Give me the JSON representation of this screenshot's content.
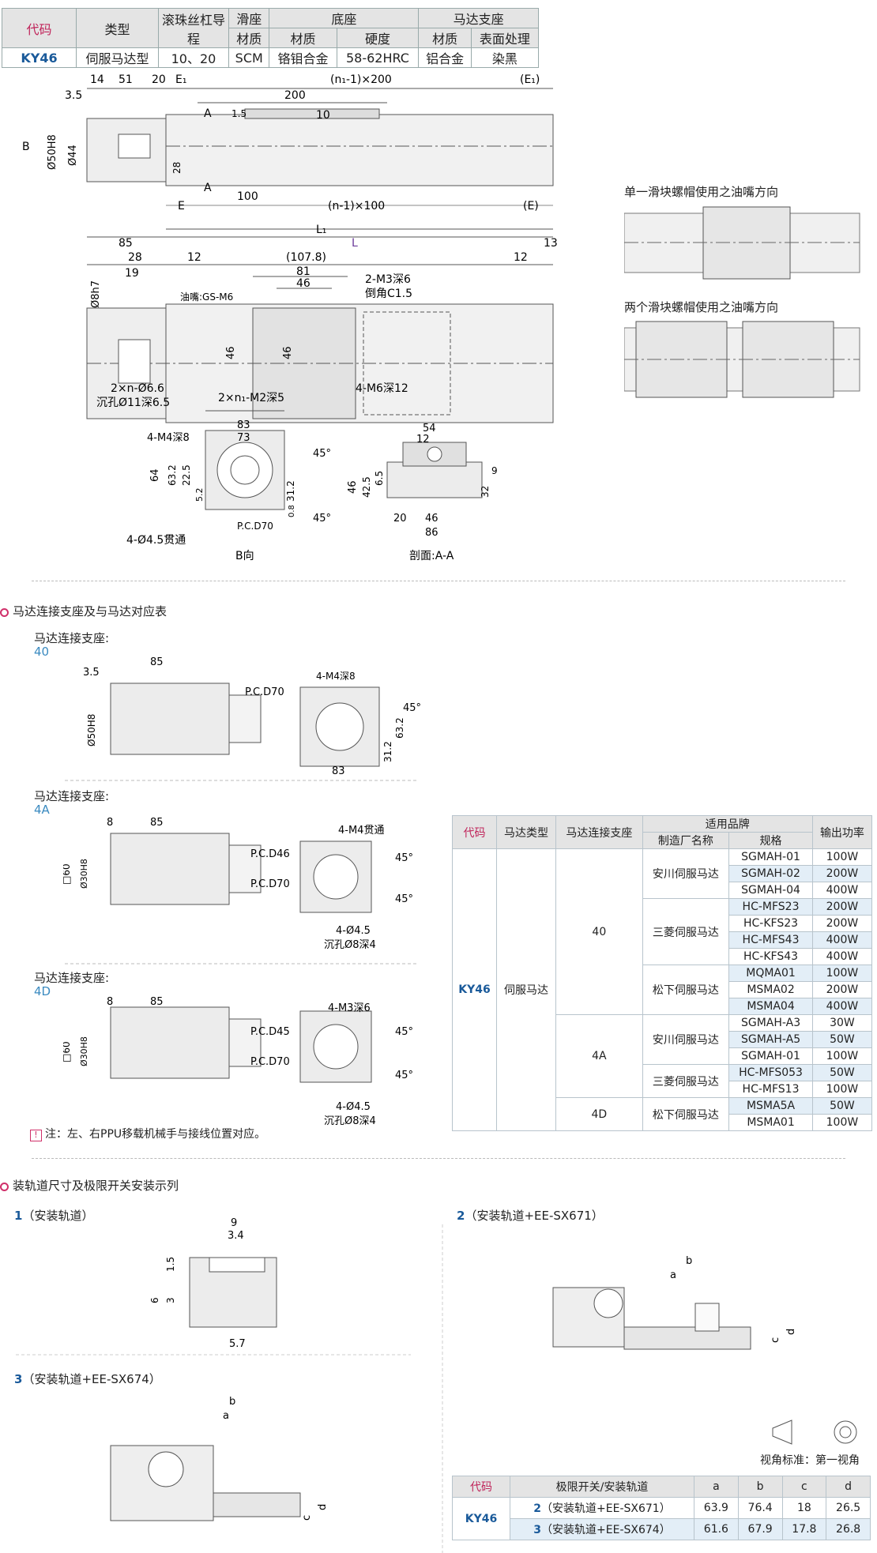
{
  "spec_table": {
    "h_code": "代码",
    "h_type": "类型",
    "h_screw": "滚珠丝杠导程",
    "h_slider": "滑座",
    "h_base": "底座",
    "h_motor_mount": "马达支座",
    "h_material": "材质",
    "h_hardness": "硬度",
    "h_surface": "表面处理",
    "r_code": "KY46",
    "r_type": "伺服马达型",
    "r_lead": "10、20",
    "r_slider_mat": "SCM",
    "r_base_mat": "铬钼合金",
    "r_hardness": "58-62HRC",
    "r_mount_mat": "铝合金",
    "r_surface": "染黑"
  },
  "dims": {
    "d3_5": "3.5",
    "d14": "14",
    "d51": "51",
    "d20": "20",
    "dE1": "E₁",
    "dn1_200": "(n₁-1)×200",
    "dE1p": "(E₁)",
    "d200": "200",
    "d10": "10",
    "dA": "A",
    "d1_5": "1.5",
    "dB": "B",
    "d50h8": "Ø50H8",
    "d44": "Ø44",
    "d28": "28",
    "d100": "100",
    "dE": "E",
    "dn_100": "(n-1)×100",
    "dEp": "(E)",
    "dL1": "L₁",
    "d85": "85",
    "dL": "L",
    "d13": "13",
    "d28b": "28",
    "d19": "19",
    "d12": "12",
    "d107_8": "(107.8)",
    "d12b": "12",
    "d81": "81",
    "d46": "46",
    "d8h7": "Ø8h7",
    "oil": "油嘴:GS-M6",
    "m3": "2-M3深6",
    "c15": "倒角C1.5",
    "d46a": "46",
    "d46b": "46",
    "h66": "2×n-Ø6.6",
    "h11": "沉孔Ø11深6.5",
    "m2": "2×n₁-M2深5",
    "m6": "4-M6深12",
    "b83": "83",
    "b73": "73",
    "bm4": "4-M4深8",
    "b64": "64",
    "b63": "63.2",
    "b22": "22.5",
    "b52": "5.2",
    "b312": "31.2",
    "b08": "0.8",
    "bpcd": "P.C.D70",
    "b45a": "45°",
    "b45b": "45°",
    "bh": "4-Ø4.5贯通",
    "bview": "B向",
    "s54": "54",
    "s12": "12",
    "s46": "46",
    "s425": "42.5",
    "s65": "6.5",
    "s9": "9",
    "s32": "32",
    "s20": "20",
    "s46b": "46",
    "s86": "86",
    "sview": "剖面:A-A"
  },
  "oil_views": {
    "single": "单一滑块螺帽使用之油嘴方向",
    "double": "两个滑块螺帽使用之油嘴方向"
  },
  "motor_section": {
    "title": "马达连接支座及与马达对应表",
    "mount_label": "马达连接支座:",
    "m40": "40",
    "m4A": "4A",
    "m4D": "4D",
    "a35": "3.5",
    "a85": "85",
    "a50": "Ø50H8",
    "apcd": "P.C.D70",
    "am4": "4-M4深8",
    "a45": "45°",
    "a632": "63.2",
    "a312": "31.2",
    "a83": "83",
    "b8": "8",
    "b85": "85",
    "b60": "□60",
    "b30": "Ø30H8",
    "bpcd46": "P.C.D46",
    "bpcd70": "P.C.D70",
    "bm4": "4-M4贯通",
    "b45": "45°",
    "b45b": "45°",
    "bh": "4-Ø4.5",
    "bc": "沉孔Ø8深4",
    "c8": "8",
    "c85": "85",
    "c60": "□60",
    "c30": "Ø30H8",
    "cpcd45": "P.C.D45",
    "cpcd70": "P.C.D70",
    "cm3": "4-M3深6",
    "c45": "45°",
    "c45b": "45°",
    "ch": "4-Ø4.5",
    "cc": "沉孔Ø8深4",
    "note": "注：左、右PPU移载机械手与接线位置对应。"
  },
  "motor_table": {
    "h_code": "代码",
    "h_type": "马达类型",
    "h_mount": "马达连接支座",
    "h_brand": "适用品牌",
    "h_maker": "制造厂名称",
    "h_model": "规格",
    "h_power": "输出功率",
    "code": "KY46",
    "type": "伺服马达",
    "groups": [
      {
        "mount": "40",
        "makers": [
          {
            "name": "安川伺服马达",
            "rows": [
              [
                "SGMAH-01",
                "100W"
              ],
              [
                "SGMAH-02",
                "200W"
              ],
              [
                "SGMAH-04",
                "400W"
              ]
            ]
          },
          {
            "name": "三菱伺服马达",
            "rows": [
              [
                "HC-MFS23",
                "200W"
              ],
              [
                "HC-KFS23",
                "200W"
              ],
              [
                "HC-MFS43",
                "400W"
              ],
              [
                "HC-KFS43",
                "400W"
              ]
            ]
          },
          {
            "name": "松下伺服马达",
            "rows": [
              [
                "MQMA01",
                "100W"
              ],
              [
                "MSMA02",
                "200W"
              ],
              [
                "MSMA04",
                "400W"
              ]
            ]
          }
        ]
      },
      {
        "mount": "4A",
        "makers": [
          {
            "name": "安川伺服马达",
            "rows": [
              [
                "SGMAH-A3",
                "30W"
              ],
              [
                "SGMAH-A5",
                "50W"
              ],
              [
                "SGMAH-01",
                "100W"
              ]
            ]
          },
          {
            "name": "三菱伺服马达",
            "rows": [
              [
                "HC-MFS053",
                "50W"
              ],
              [
                "HC-MFS13",
                "100W"
              ]
            ]
          }
        ]
      },
      {
        "mount": "4D",
        "makers": [
          {
            "name": "松下伺服马达",
            "rows": [
              [
                "MSMA5A",
                "50W"
              ],
              [
                "MSMA01",
                "100W"
              ]
            ]
          }
        ]
      }
    ]
  },
  "rail_section": {
    "title": "装轨道尺寸及极限开关安装示列",
    "ex1_num": "1",
    "ex1": "（安装轨道）",
    "ex2_num": "2",
    "ex2": "（安装轨道+EE-SX671）",
    "ex3_num": "3",
    "ex3": "（安装轨道+EE-SX674）",
    "r9": "9",
    "r34": "3.4",
    "r15": "1.5",
    "r6": "6",
    "r3": "3",
    "r57": "5.7",
    "la": "a",
    "lb": "b",
    "lc": "c",
    "ld": "d",
    "projection": "视角标准：第一视角"
  },
  "limit_table": {
    "h_code": "代码",
    "h_desc": "极限开关/安装轨道",
    "h_a": "a",
    "h_b": "b",
    "h_c": "c",
    "h_d": "d",
    "code": "KY46",
    "rows": [
      {
        "num": "2",
        "desc": "（安装轨道+EE-SX671）",
        "a": "63.9",
        "b": "76.4",
        "c": "18",
        "d": "26.5"
      },
      {
        "num": "3",
        "desc": "（安装轨道+EE-SX674）",
        "a": "61.6",
        "b": "67.9",
        "c": "17.8",
        "d": "26.8"
      }
    ]
  }
}
